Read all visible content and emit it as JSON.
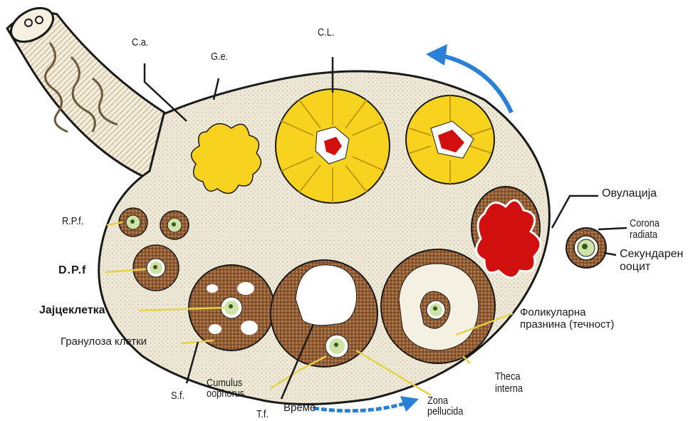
{
  "labels": {
    "ca": "C.a.",
    "ge": "G.e.",
    "cl": "C.L.",
    "ovulation": "Овулација",
    "corona": [
      "Corona",
      "radiata"
    ],
    "secondary_oocyte": [
      "Секундарен",
      "ооцит"
    ],
    "rpf": "R.P.f.",
    "dpf": "D.P.f",
    "egg_cell": "Јајцеклетка",
    "granulosa": "Гранулоза клетки",
    "follicular_cavity": [
      "Фоликуларна",
      "празнина (течност)"
    ],
    "theca_interna": [
      "Theca",
      "interna"
    ],
    "cumulus": [
      "Cumulus",
      "oophorus"
    ],
    "sf": "S.f.",
    "tf": "T.f.",
    "time": "Време",
    "zona": [
      "Zona",
      "pellucida"
    ]
  },
  "colors": {
    "stroma": "#ece6d4",
    "yellow_body": "#f7d21e",
    "blood": "#d10f0f",
    "granulosa": "#8f5a36",
    "arrow": "#2a7fd6",
    "outline": "#1a1a1a",
    "oocyte": "#cfe3a8"
  }
}
